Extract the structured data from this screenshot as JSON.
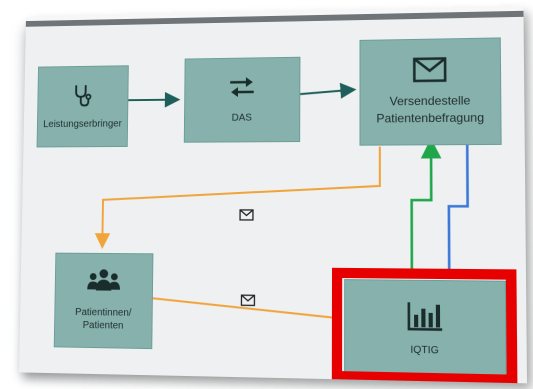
{
  "diagram": {
    "nodes": {
      "leistungserbringer": {
        "label": "Leistungserbringer",
        "icon": "stethoscope-icon"
      },
      "das": {
        "label": "DAS",
        "icon": "arrows-exchange-icon"
      },
      "versendestelle": {
        "label_line1": "Versendestelle",
        "label_line2": "Patientenbefragung",
        "icon": "envelope-icon"
      },
      "patienten": {
        "label_line1": "Patientinnen/",
        "label_line2": "Patienten",
        "icon": "people-group-icon"
      },
      "iqtig": {
        "label": "IQTIG",
        "icon": "bar-chart-icon"
      }
    },
    "edges": [
      {
        "from": "Leistungserbringer",
        "to": "DAS",
        "color": "#1f5f5b"
      },
      {
        "from": "DAS",
        "to": "Versendestelle Patientenbefragung",
        "color": "#1f5f5b"
      },
      {
        "from": "Versendestelle Patientenbefragung",
        "to": "Patientinnen/ Patienten",
        "color": "#f0a43a",
        "icon": "envelope-icon"
      },
      {
        "from": "Patientinnen/ Patienten",
        "to": "IQTIG",
        "color": "#f0a43a",
        "icon": "envelope-icon"
      },
      {
        "from": "IQTIG",
        "to": "Versendestelle Patientenbefragung",
        "color": "#1fa64a"
      },
      {
        "from": "Versendestelle Patientenbefragung",
        "to": "IQTIG",
        "color": "#3c78d8"
      }
    ],
    "colors": {
      "box_fill": "#86b1ad",
      "teal_arrow": "#1f5f5b",
      "orange_arrow": "#f0a43a",
      "green_arrow": "#1fa64a",
      "blue_line": "#3c78d8",
      "highlight": "#e60000"
    }
  }
}
